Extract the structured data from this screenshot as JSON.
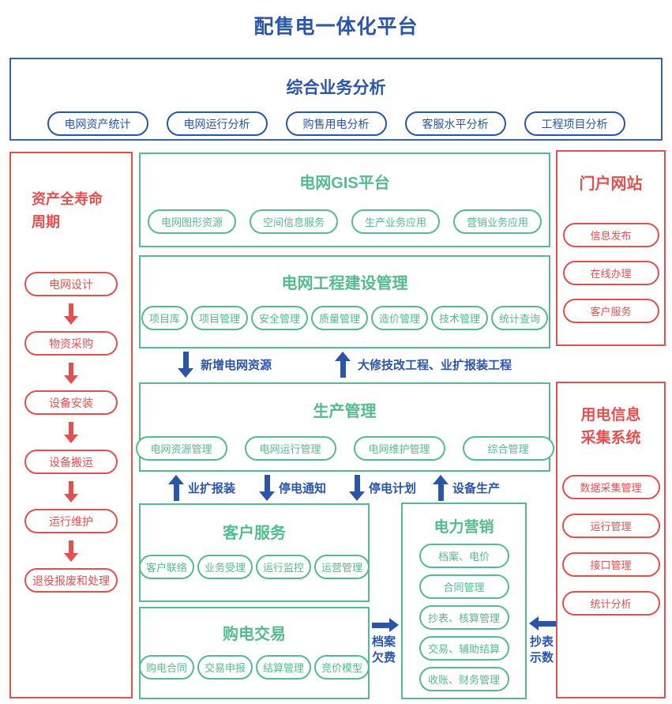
{
  "page": {
    "title": "配售电一体化平台"
  },
  "colors": {
    "blue": "#2b55a7",
    "green": "#55bb8e",
    "red": "#e25050"
  },
  "analysis": {
    "title": "综合业务分析",
    "items": [
      "电网资产统计",
      "电网运行分析",
      "购售用电分析",
      "客服水平分析",
      "工程项目分析"
    ]
  },
  "lifecycle": {
    "title_lines": [
      "资产全寿命",
      "周期"
    ],
    "steps": [
      "电网设计",
      "物资采购",
      "设备安装",
      "设备搬运",
      "运行维护",
      "退役报废和处理"
    ]
  },
  "gis": {
    "title": "电网GIS平台",
    "items": [
      "电网图形资源",
      "空间信息服务",
      "生产业务应用",
      "营销业务应用"
    ]
  },
  "construction": {
    "title": "电网工程建设管理",
    "items": [
      "项目库",
      "项目管理",
      "安全管理",
      "质量管理",
      "造价管理",
      "技术管理",
      "统计查询"
    ]
  },
  "production": {
    "title": "生产管理",
    "items": [
      "电网资源管理",
      "电网运行管理",
      "电网维护管理",
      "综合管理"
    ]
  },
  "customer": {
    "title": "客户服务",
    "items": [
      "客户联络",
      "业务受理",
      "运行监控",
      "运营管理"
    ]
  },
  "marketing": {
    "title": "电力营销",
    "items": [
      "档案、电价",
      "合同管理",
      "抄表、核算管理",
      "交易、辅助结算",
      "收账、财务管理"
    ]
  },
  "purchase": {
    "title": "购电交易",
    "items": [
      "购电合同",
      "交易申报",
      "结算管理",
      "竞价模型"
    ]
  },
  "portal": {
    "title": "门户网站",
    "items": [
      "信息发布",
      "在线办理",
      "客户服务"
    ]
  },
  "metering": {
    "title_lines": [
      "用电信息",
      "采集系统"
    ],
    "items": [
      "数据采集管理",
      "运行管理",
      "接口管理",
      "统计分析"
    ]
  },
  "flows": {
    "construction_down": {
      "dir": "down",
      "label": "新增电网资源"
    },
    "construction_up": {
      "dir": "up",
      "label": "大修技改工程、业扩报装工程"
    },
    "prod_flow_1": {
      "dir": "up",
      "label": "业扩报装"
    },
    "prod_flow_2": {
      "dir": "down",
      "label": "停电通知"
    },
    "prod_flow_3": {
      "dir": "down",
      "label": "停电计划"
    },
    "prod_flow_4": {
      "dir": "up",
      "label": "设备生产"
    },
    "purchase_to_marketing": {
      "dir": "right",
      "label_lines": [
        "档案",
        "欠费"
      ]
    },
    "metering_to_marketing": {
      "dir": "left",
      "label_lines": [
        "抄表",
        "示数"
      ]
    }
  }
}
